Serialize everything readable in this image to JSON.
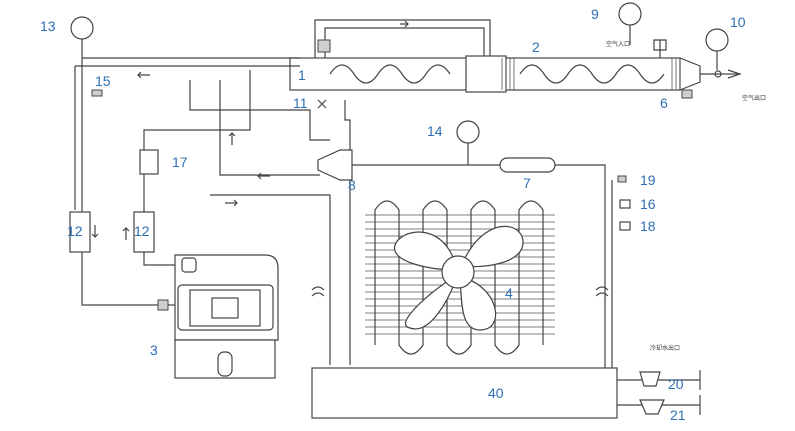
{
  "labels": {
    "n1": "1",
    "n2": "2",
    "n3": "3",
    "n4": "4",
    "n6": "6",
    "n7": "7",
    "n8": "8",
    "n9": "9",
    "n10": "10",
    "n11": "11",
    "n12a": "12",
    "n12b": "12",
    "n13": "13",
    "n14": "14",
    "n15": "15",
    "n16": "16",
    "n17": "17",
    "n18": "18",
    "n19": "19",
    "n20": "20",
    "n21": "21",
    "n40": "40"
  },
  "text": {
    "air_inlet": "空气入口",
    "air_outlet": "空气出口",
    "cooling_water_outlet": "冷却水出口"
  },
  "colors": {
    "number": "#2f6fb5",
    "line": "#444444"
  }
}
